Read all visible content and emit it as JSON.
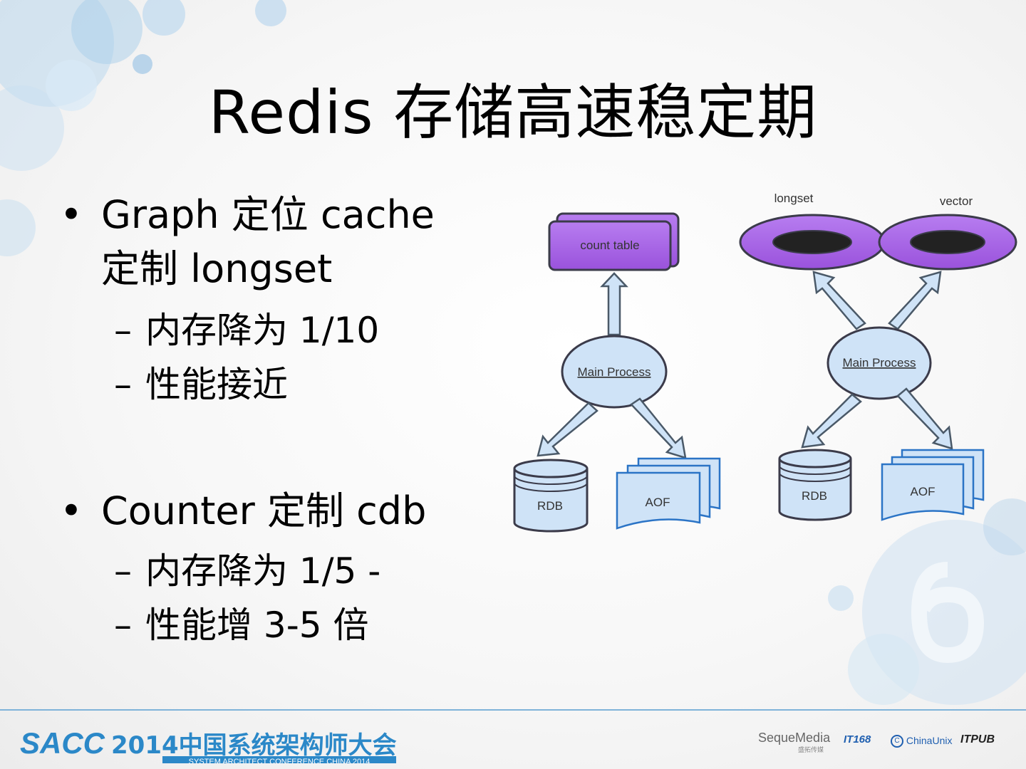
{
  "slide": {
    "title": "Redis 存储高速稳定期",
    "bullets": [
      {
        "line1": "Graph  定位 cache",
        "line2": "定制 longset",
        "subs": [
          "内存降为  1/10",
          "性能接近"
        ]
      },
      {
        "line1": "Counter  定制 cdb",
        "subs": [
          "内存降为  1/5 -",
          "性能增 3-5 倍"
        ]
      }
    ],
    "bullet_char": "•",
    "dash_char": "–"
  },
  "diagram": {
    "left": {
      "top_label": "count table",
      "process_label": "Main Process",
      "db_label": "RDB",
      "file_label": "AOF"
    },
    "right": {
      "ring1_label": "longset",
      "ring2_label": "vector",
      "process_label": "Main Process",
      "db_label": "RDB",
      "file_label": "AOF"
    }
  },
  "footer": {
    "brand": "SACC",
    "event": "2014中国系统架构师大会",
    "tagline": "SYSTEM ARCHITECT CONFERENCE CHINA 2014",
    "partners": {
      "seque": "SequeMedia",
      "seque_sub": "盛拓传媒",
      "it168": "IT168",
      "chinaunix": "ChinaUnix",
      "itpub": "ITPUB"
    }
  },
  "colors": {
    "accent_blue": "#2b88c8",
    "diagram_fill": "#cfe3f7",
    "diagram_stroke": "#4a5968",
    "purple": "#a55ee0"
  }
}
